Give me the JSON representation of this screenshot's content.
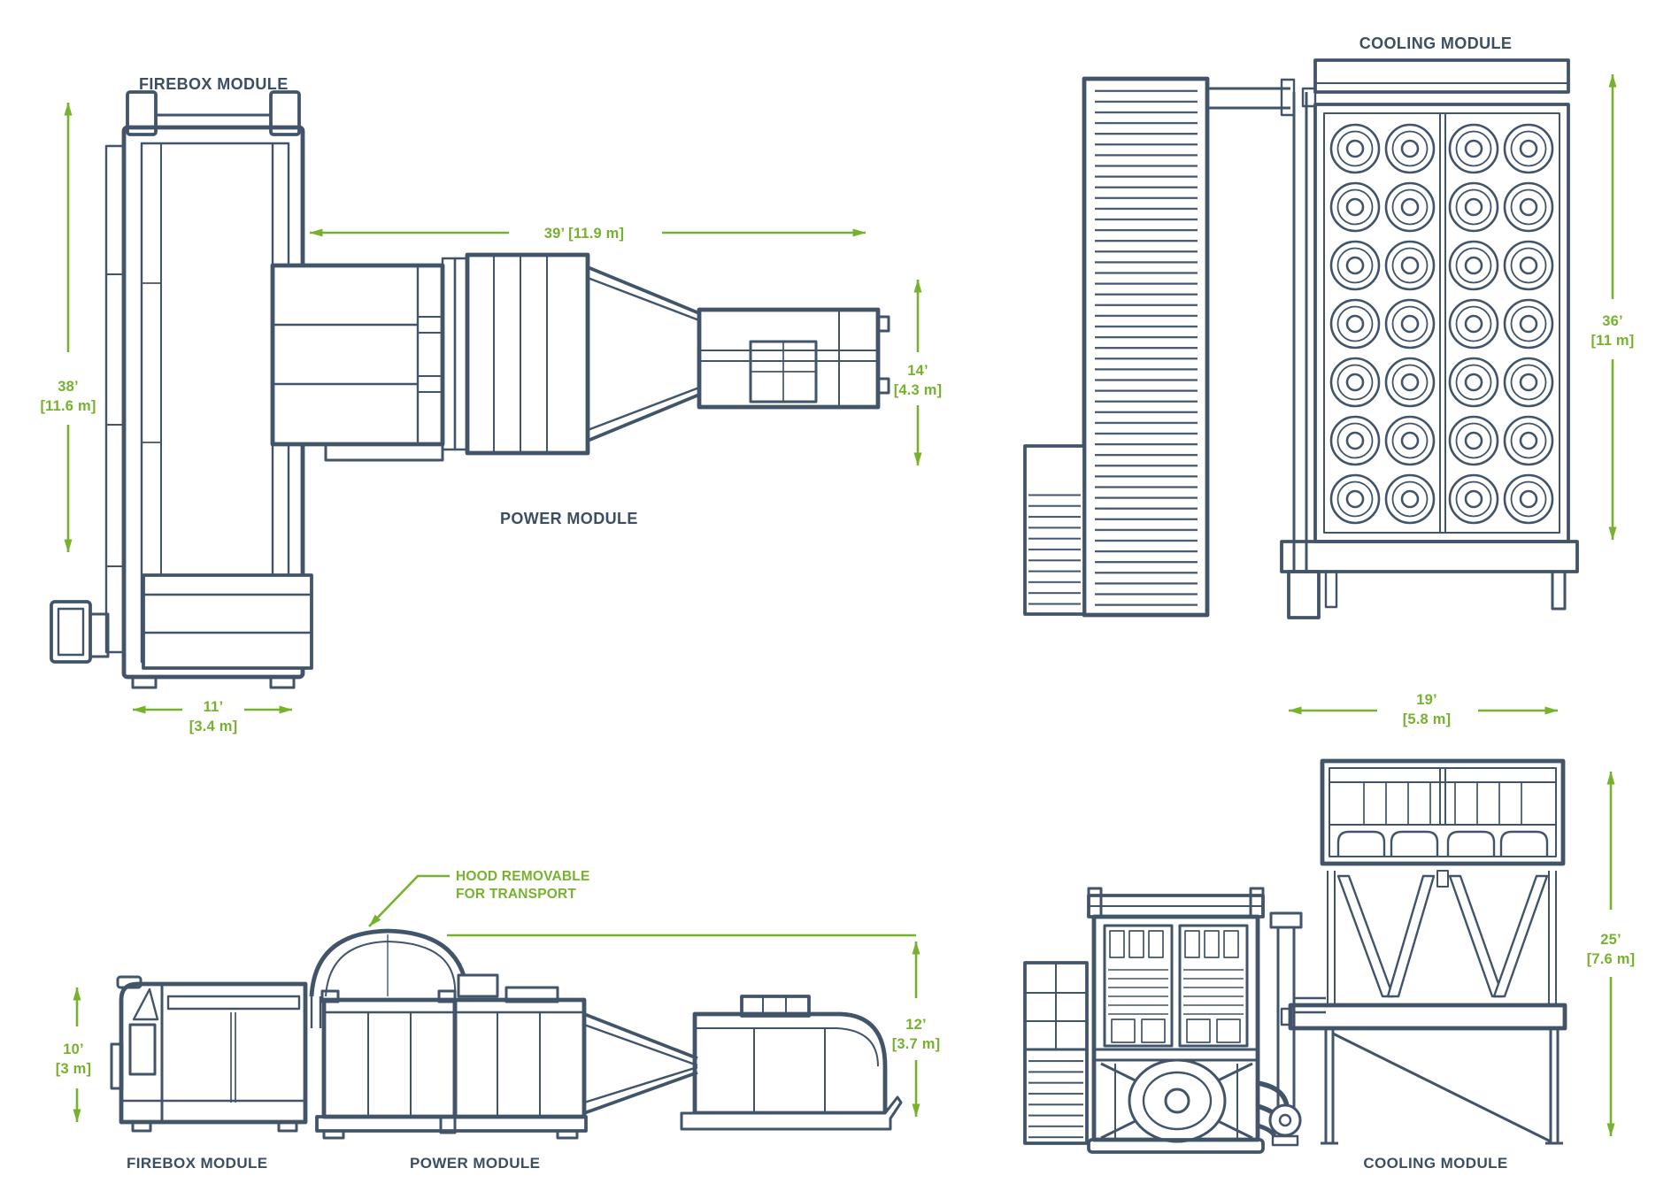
{
  "colors": {
    "line": "#42546a",
    "accent": "#76b22e",
    "background": "#ffffff"
  },
  "titles": {
    "plan_firebox": "FIREBOX MODULE",
    "plan_power": "POWER MODULE",
    "plan_cooling": "COOLING MODULE",
    "side_firebox": "FIREBOX MODULE",
    "side_power": "POWER MODULE",
    "side_cooling": "COOLING MODULE"
  },
  "notes": {
    "hood_line1": "HOOD REMOVABLE",
    "hood_line2": "FOR TRANSPORT"
  },
  "dims": {
    "firebox_height": {
      "feet": "38’",
      "meters": "[11.6 m]"
    },
    "power_length": {
      "label": "39’ [11.9 m]"
    },
    "power_width": {
      "feet": "14’",
      "meters": "[4.3 m]"
    },
    "firebox_width": {
      "feet": "11’",
      "meters": "[3.4 m]"
    },
    "cooling_plan_height": {
      "feet": "36’",
      "meters": "[11 m]"
    },
    "cooling_plan_width": {
      "feet": "19’",
      "meters": "[5.8 m]"
    },
    "firebox_side_height": {
      "feet": "10’",
      "meters": "[3 m]"
    },
    "power_side_height": {
      "feet": "12’",
      "meters": "[3.7 m]"
    },
    "cooling_side_height": {
      "feet": "25’",
      "meters": "[7.6 m]"
    }
  }
}
